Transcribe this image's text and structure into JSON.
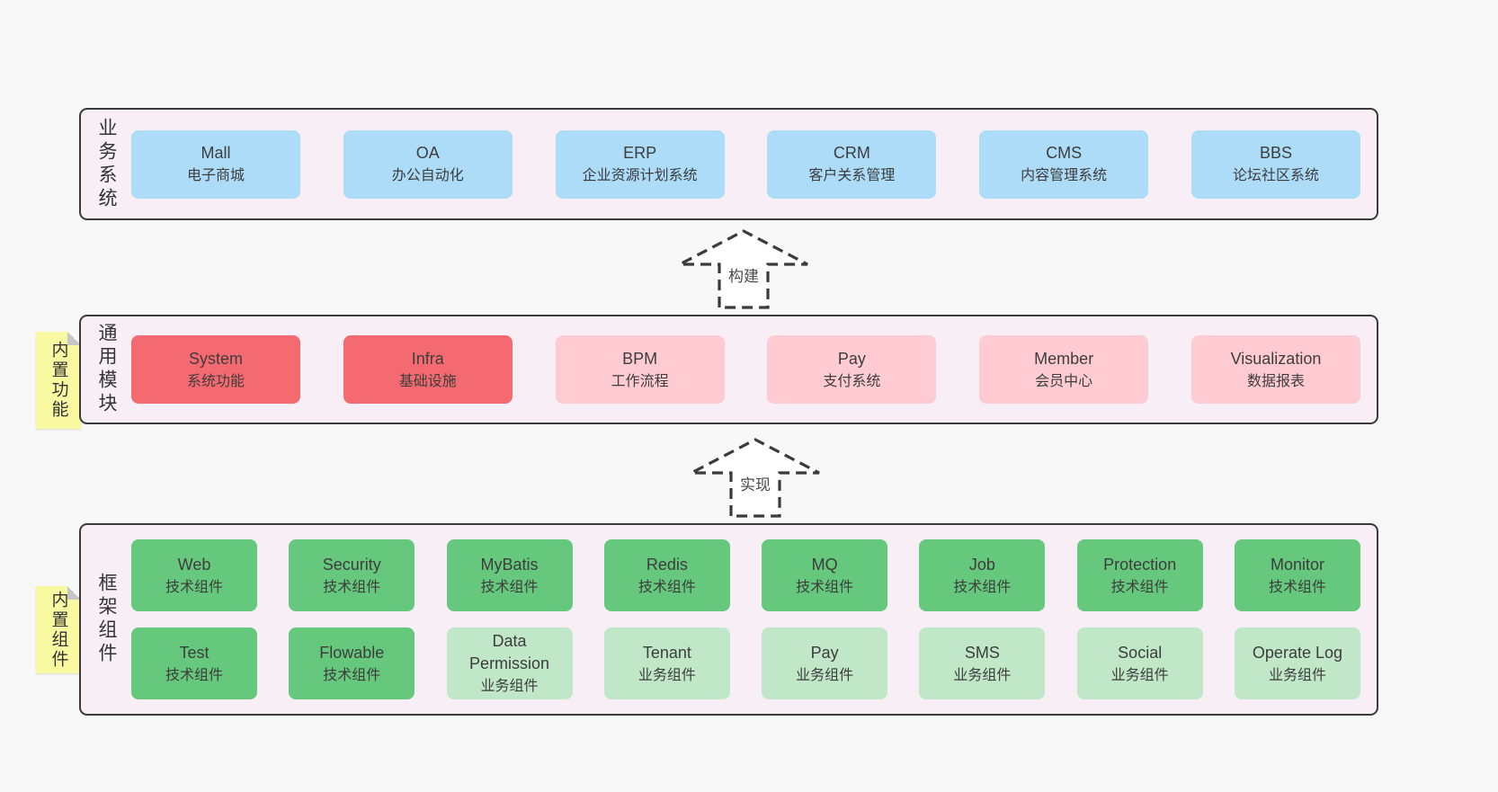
{
  "colors": {
    "page_bg": "#f8f8f8",
    "layer_bg": "#f8eef6",
    "layer_border": "#3a3a3a",
    "business_box_blue": "#addcf8",
    "module_box_red": "#f56a70",
    "module_box_pink": "#fecbd3",
    "tech_box_green": "#65c87c",
    "biz_box_light_green": "#c0e7c7",
    "sticky_yellow": "#f9f9a2",
    "text": "#3d3d3d"
  },
  "layers": {
    "business": {
      "side_label": "业务系统",
      "boxes": [
        {
          "name": "Mall",
          "desc": "电子商城"
        },
        {
          "name": "OA",
          "desc": "办公自动化"
        },
        {
          "name": "ERP",
          "desc": "企业资源计划系统"
        },
        {
          "name": "CRM",
          "desc": "客户关系管理"
        },
        {
          "name": "CMS",
          "desc": "内容管理系统"
        },
        {
          "name": "BBS",
          "desc": "论坛社区系统"
        }
      ]
    },
    "modules": {
      "side_label": "通用模块",
      "sticky_label": "内置功能",
      "boxes": [
        {
          "name": "System",
          "desc": "系统功能"
        },
        {
          "name": "Infra",
          "desc": "基础设施"
        },
        {
          "name": "BPM",
          "desc": "工作流程"
        },
        {
          "name": "Pay",
          "desc": "支付系统"
        },
        {
          "name": "Member",
          "desc": "会员中心"
        },
        {
          "name": "Visualization",
          "desc": "数据报表"
        }
      ]
    },
    "components": {
      "side_label": "框架组件",
      "sticky_label": "内置组件",
      "row1": [
        {
          "name": "Web",
          "desc": "技术组件"
        },
        {
          "name": "Security",
          "desc": "技术组件"
        },
        {
          "name": "MyBatis",
          "desc": "技术组件"
        },
        {
          "name": "Redis",
          "desc": "技术组件"
        },
        {
          "name": "MQ",
          "desc": "技术组件"
        },
        {
          "name": "Job",
          "desc": "技术组件"
        },
        {
          "name": "Protection",
          "desc": "技术组件"
        },
        {
          "name": "Monitor",
          "desc": "技术组件"
        }
      ],
      "row2": [
        {
          "name": "Test",
          "desc": "技术组件"
        },
        {
          "name": "Flowable",
          "desc": "技术组件"
        },
        {
          "name": "Data Permission",
          "desc": "业务组件"
        },
        {
          "name": "Tenant",
          "desc": "业务组件"
        },
        {
          "name": "Pay",
          "desc": "业务组件"
        },
        {
          "name": "SMS",
          "desc": "业务组件"
        },
        {
          "name": "Social",
          "desc": "业务组件"
        },
        {
          "name": "Operate Log",
          "desc": "业务组件"
        }
      ]
    }
  },
  "arrows": [
    {
      "label": "构建"
    },
    {
      "label": "实现"
    }
  ]
}
